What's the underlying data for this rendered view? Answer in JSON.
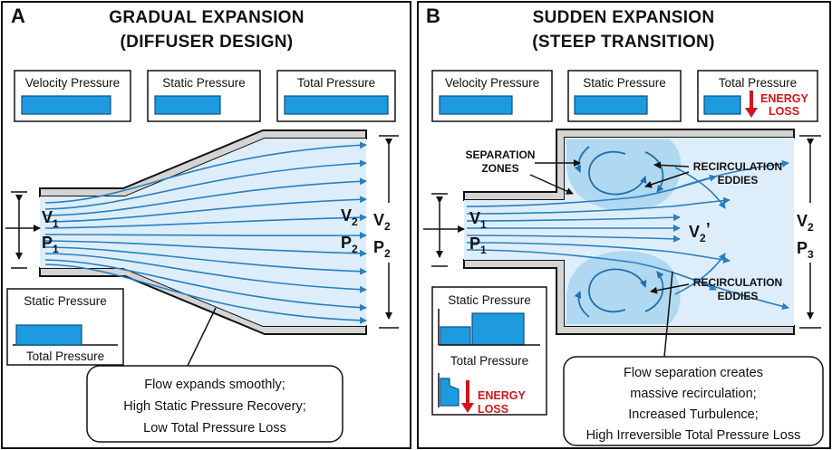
{
  "panel_a": {
    "letter": "A",
    "title_line1": "GRADUAL EXPANSION",
    "title_line2": "(DIFFUSER DESIGN)",
    "gauges": [
      "Velocity Pressure",
      "Static Pressure",
      "Total Pressure"
    ],
    "inlet_v": "V",
    "inlet_v_sub": "1",
    "inlet_p": "P",
    "inlet_p_sub": "1",
    "outlet_v": "V",
    "outlet_v_sub": "2",
    "outlet_p": "P",
    "outlet_p_sub": "2",
    "dim_v": "V",
    "dim_v_sub": "2",
    "dim_p": "P",
    "dim_p_sub": "2",
    "chart_top_label": "Static Pressure",
    "chart_bottom_label": "Total Pressure",
    "note_lines": [
      "Flow expands smoothly;",
      "High Static Pressure Recovery;",
      "Low Total Pressure Loss"
    ]
  },
  "panel_b": {
    "letter": "B",
    "title_line1": "SUDDEN EXPANSION",
    "title_line2": "(STEEP TRANSITION)",
    "gauges": [
      "Velocity Pressure",
      "Static Pressure",
      "Total Pressure"
    ],
    "energy_loss_line1": "ENERGY",
    "energy_loss_line2": "LOSS",
    "separation_line1": "SEPARATION",
    "separation_line2": "ZONES",
    "recirc_top_line1": "RECIRCULATION",
    "recirc_top_line2": "EDDIES",
    "recirc_bottom_line1": "RECIRCULATION",
    "recirc_bottom_line2": "EDDIES",
    "inlet_v": "V",
    "inlet_v_sub": "1",
    "inlet_p": "P",
    "inlet_p_sub": "1",
    "center_v": "V",
    "center_v_sub": "2",
    "center_prime": "’",
    "dim_v": "V",
    "dim_v_sub": "2",
    "dim_p": "P",
    "dim_p_sub": "3",
    "chart_top_label": "Static Pressure",
    "chart_bottom_label": "Total Pressure",
    "chart_loss_line1": "ENERGY",
    "chart_loss_line2": "LOSS",
    "note_lines": [
      "Flow separation creates",
      "massive recirculation;",
      "Increased Turbulence;",
      "High Irreversible Total Pressure Loss"
    ]
  },
  "colors": {
    "bar_fill": "#1e9be0",
    "flow_fill": "#ddeefa",
    "streamline": "#2a7fc0",
    "energy_loss_red": "#d0161b",
    "wall_gray": "#d4d4d4"
  }
}
